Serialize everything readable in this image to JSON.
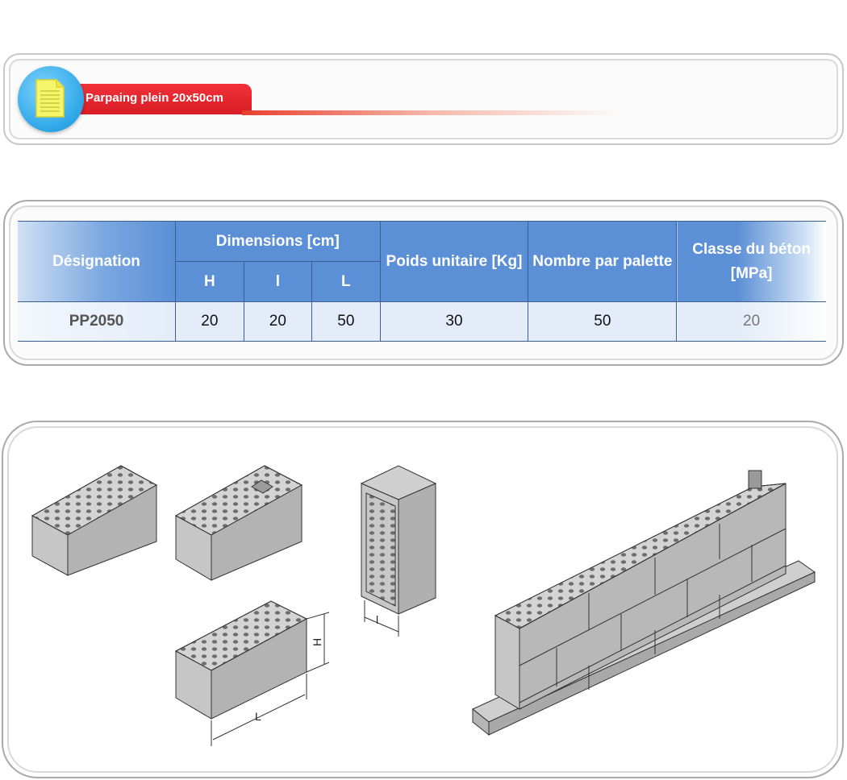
{
  "title": "Parpaing plein 20x50cm",
  "table": {
    "headers": {
      "designation": "Désignation",
      "dimensions": "Dimensions [cm]",
      "h": "H",
      "l": "l",
      "L": "L",
      "poids": "Poids unitaire [Kg]",
      "nombre": "Nombre par palette",
      "classe": "Classe du béton [MPa]"
    },
    "row": {
      "designation": "PP2050",
      "h": "20",
      "l": "20",
      "L": "50",
      "poids": "30",
      "nombre": "50",
      "classe": "20"
    }
  },
  "drawing": {
    "dim_h": "H",
    "dim_l": "l",
    "dim_L": "L"
  },
  "icons": [
    "document-icon"
  ]
}
